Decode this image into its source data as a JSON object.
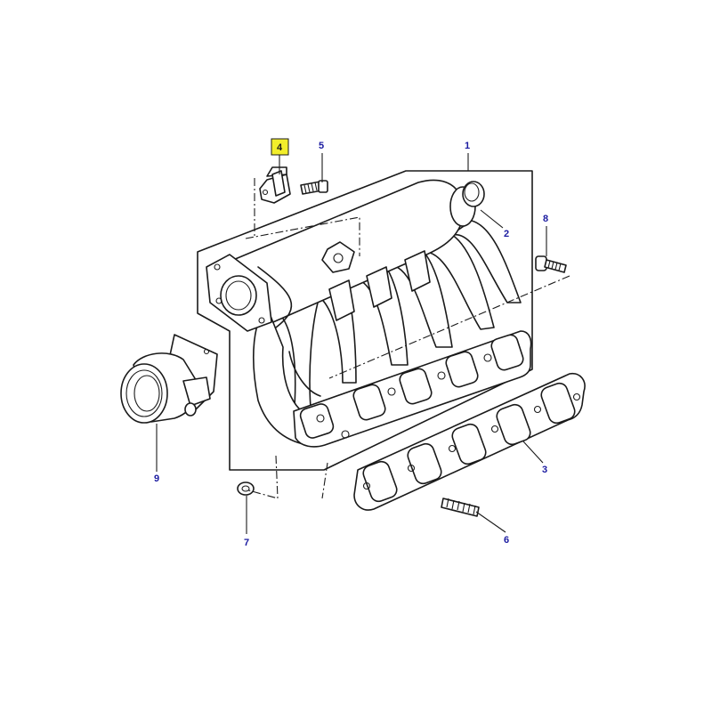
{
  "diagram": {
    "highlight_color": "#f2ee2b",
    "label_color": "#1a1aa0",
    "line_color": "#1a1a1a",
    "callouts": [
      {
        "id": "1",
        "text": "1",
        "highlighted": false
      },
      {
        "id": "2",
        "text": "2",
        "highlighted": false
      },
      {
        "id": "3",
        "text": "3",
        "highlighted": false
      },
      {
        "id": "4",
        "text": "4",
        "highlighted": true
      },
      {
        "id": "5",
        "text": "5",
        "highlighted": false
      },
      {
        "id": "6",
        "text": "6",
        "highlighted": false
      },
      {
        "id": "7",
        "text": "7",
        "highlighted": false
      },
      {
        "id": "8",
        "text": "8",
        "highlighted": false
      },
      {
        "id": "9",
        "text": "9",
        "highlighted": false
      }
    ]
  }
}
